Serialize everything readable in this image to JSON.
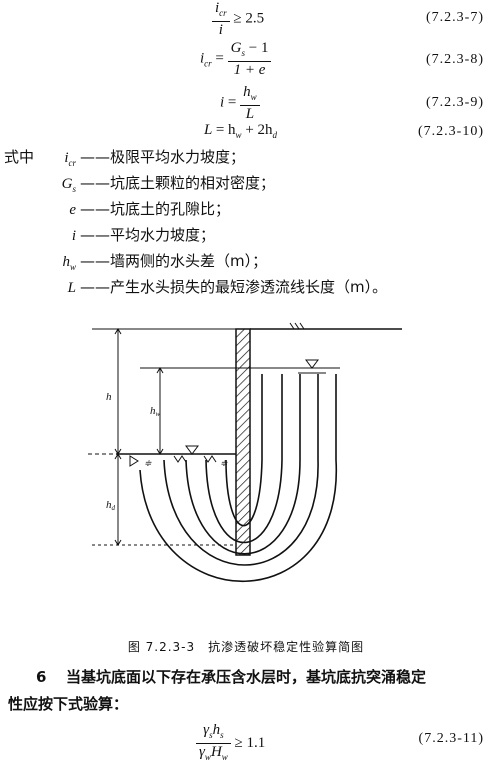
{
  "equations": [
    {
      "id": "7.2.3-7",
      "number": "(7.2.3-7)",
      "rhs": "≥ 2.5"
    },
    {
      "id": "7.2.3-8",
      "number": "(7.2.3-8)",
      "lhs": "i",
      "lhs_sub": "cr",
      "num": "G",
      "num_sub": "s",
      "num_tail": " − 1",
      "den": "1 + e"
    },
    {
      "id": "7.2.3-9",
      "number": "(7.2.3-9)",
      "lhs": "i",
      "num": "h",
      "num_sub": "w",
      "den": "L"
    },
    {
      "id": "7.2.3-10",
      "number": "(7.2.3-10)",
      "lhs": "L",
      "rhs": "= h",
      "rhs_sub": "w",
      "rhs_tail": " + 2h",
      "rhs_sub2": "d"
    }
  ],
  "definitions": {
    "lead": "式中",
    "items": [
      {
        "sym": "i",
        "sub": "cr",
        "text": "——极限平均水力坡度；"
      },
      {
        "sym": "G",
        "sub": "s",
        "text": "——坑底土颗粒的相对密度；"
      },
      {
        "sym": "e",
        "sub": "",
        "text": "——坑底土的孔隙比；"
      },
      {
        "sym": "i",
        "sub": "",
        "text": "——平均水力坡度；"
      },
      {
        "sym": "h",
        "sub": "w",
        "text": "——墙两侧的水头差（m）；"
      },
      {
        "sym": "L",
        "sub": "",
        "text": "——产生水头损失的最短渗透流线长度（m）。"
      }
    ]
  },
  "figure": {
    "labels": {
      "h": "h",
      "hw": "hw",
      "hd": "hd"
    },
    "caption": "图 7.2.3-3　抗渗透破坏稳定性验算简图"
  },
  "paragraph": {
    "number": "6",
    "line1": "当基坑底面以下存在承压含水层时，基坑底抗突涌稳定",
    "line2": "性应按下式验算："
  },
  "final_equation": {
    "number": "(7.2.3-11)",
    "num": "γ",
    "num_sub": "s",
    "num_tail": "h",
    "num_sub2": "s",
    "den": "γ",
    "den_sub": "w",
    "den_tail": "H",
    "den_sub2": "w",
    "rhs": "≥ 1.1"
  }
}
